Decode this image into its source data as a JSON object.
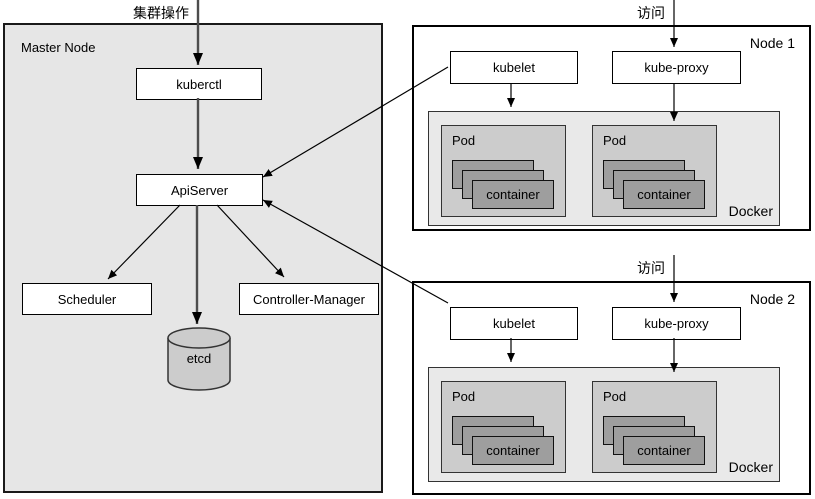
{
  "annotations": {
    "cluster_operation": "集群操作",
    "access_node1": "访问",
    "access_node2": "访问"
  },
  "master": {
    "title": "Master Node",
    "kuberctl": "kuberctl",
    "apiserver": "ApiServer",
    "scheduler": "Scheduler",
    "controller_manager": "Controller-Manager",
    "etcd": "etcd"
  },
  "nodes": [
    {
      "title": "Node 1",
      "kubelet": "kubelet",
      "kube_proxy": "kube-proxy",
      "docker_label": "Docker",
      "pods": [
        {
          "label": "Pod",
          "container_label": "container"
        },
        {
          "label": "Pod",
          "container_label": "container"
        }
      ]
    },
    {
      "title": "Node 2",
      "kubelet": "kubelet",
      "kube_proxy": "kube-proxy",
      "docker_label": "Docker",
      "pods": [
        {
          "label": "Pod",
          "container_label": "container"
        },
        {
          "label": "Pod",
          "container_label": "container"
        }
      ]
    }
  ],
  "colors": {
    "master_bg": "#e6e6e6",
    "node_bg": "#ffffff",
    "docker_bg": "#e9e9e9",
    "pod_bg": "#cccccc",
    "container_bg": "#9e9e9e",
    "etcd_bg": "#cccccc",
    "line": "#000000",
    "thick_line": "#4d4d4d"
  }
}
